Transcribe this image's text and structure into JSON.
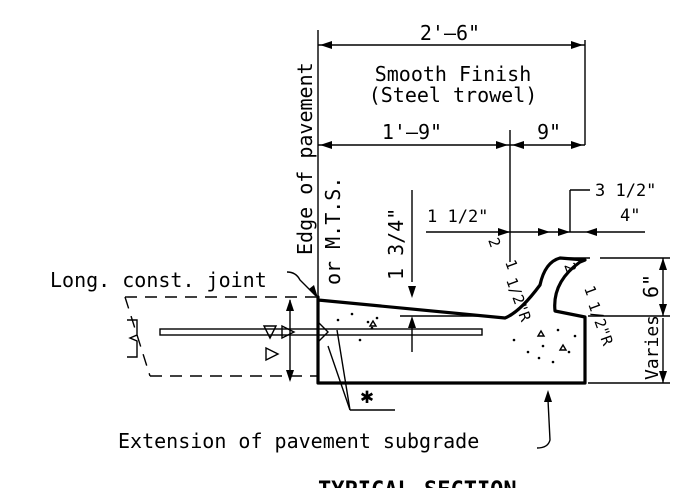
{
  "dims": {
    "overall": "2'–6\"",
    "finish_line1": "Smooth Finish",
    "finish_line2": "(Steel trowel)",
    "gutter_width": "1'–9\"",
    "curb_width": "9\"",
    "three_half": "3 1/2\"",
    "four": "4\"",
    "one_half": "1 1/2\"",
    "one_three_quarter": "1 3/4\"",
    "six": "6\"",
    "varies": "Varies",
    "slope1": "2",
    "slope1_unit": "1",
    "slope2": "2",
    "slope2_unit": "1",
    "radius1": "1/2\"R",
    "radius2": "1/2\"R"
  },
  "labels": {
    "edge_line1": "Edge of pavement",
    "edge_line2": "or M.T.S.",
    "long_joint": "Long. const. joint",
    "asterisk": "✱",
    "extension": "Extension of pavement subgrade",
    "typical_section": "TYPICAL SECTION"
  }
}
